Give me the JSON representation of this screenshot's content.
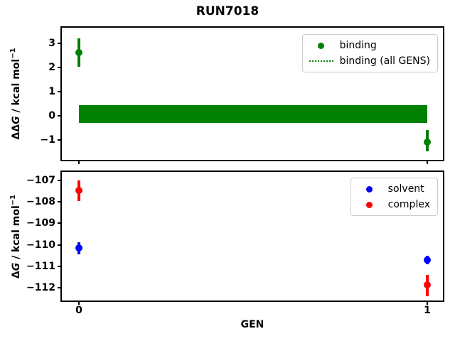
{
  "title": "RUN7018",
  "chart_data": [
    {
      "type": "scatter",
      "name": "ddg-vs-gen",
      "ylabel": "ΔΔG / kcal mol⁻¹",
      "ylabel_parts": {
        "prefix": "ΔΔ",
        "sym": "G",
        "unit": " / kcal mol",
        "sup": "−1"
      },
      "xlabel": "",
      "xlim": [
        -0.049,
        1.045
      ],
      "ylim": [
        -1.82,
        3.65
      ],
      "yticks": [
        3,
        2,
        1,
        0,
        -1
      ],
      "xticks": [
        0,
        1
      ],
      "show_xtick_labels": false,
      "series": [
        {
          "name": "binding",
          "color": "#008000",
          "marker": "circle",
          "x": [
            0,
            1
          ],
          "y": [
            2.62,
            -1.08
          ],
          "y_err_low": [
            2.03,
            -1.46
          ],
          "y_err_high": [
            3.21,
            -0.58
          ]
        }
      ],
      "band": {
        "name": "binding (all GENS)",
        "color": "#008000",
        "x_range": [
          0,
          1
        ],
        "y_range": [
          -0.3,
          0.44
        ]
      },
      "legend": {
        "position": "upper-right",
        "items": [
          {
            "label": "binding",
            "symbol": "dot",
            "color": "#008000"
          },
          {
            "label": "binding (all GENS)",
            "symbol": "dotted-line",
            "color": "#008000"
          }
        ]
      }
    },
    {
      "type": "scatter",
      "name": "dg-vs-gen",
      "ylabel": "ΔG / kcal mol⁻¹",
      "ylabel_parts": {
        "prefix": "Δ",
        "sym": "G",
        "unit": " / kcal mol",
        "sup": "−1"
      },
      "xlabel": "GEN",
      "xlim": [
        -0.049,
        1.045
      ],
      "ylim": [
        -112.6,
        -106.6
      ],
      "yticks": [
        -107,
        -108,
        -109,
        -110,
        -111,
        -112
      ],
      "xticks": [
        0,
        1
      ],
      "show_xtick_labels": true,
      "series": [
        {
          "name": "solvent",
          "color": "#0000ff",
          "marker": "circle",
          "x": [
            0,
            1
          ],
          "y": [
            -110.15,
            -110.7
          ],
          "y_err_low": [
            -110.43,
            -110.9
          ],
          "y_err_high": [
            -109.87,
            -110.52
          ]
        },
        {
          "name": "complex",
          "color": "#ff0000",
          "marker": "circle",
          "x": [
            0,
            1
          ],
          "y": [
            -107.45,
            -111.87
          ],
          "y_err_low": [
            -107.97,
            -112.41
          ],
          "y_err_high": [
            -107.0,
            -111.42
          ]
        }
      ],
      "legend": {
        "position": "upper-right",
        "items": [
          {
            "label": "solvent",
            "symbol": "dot",
            "color": "#0000ff"
          },
          {
            "label": "complex",
            "symbol": "dot",
            "color": "#ff0000"
          }
        ]
      }
    }
  ]
}
